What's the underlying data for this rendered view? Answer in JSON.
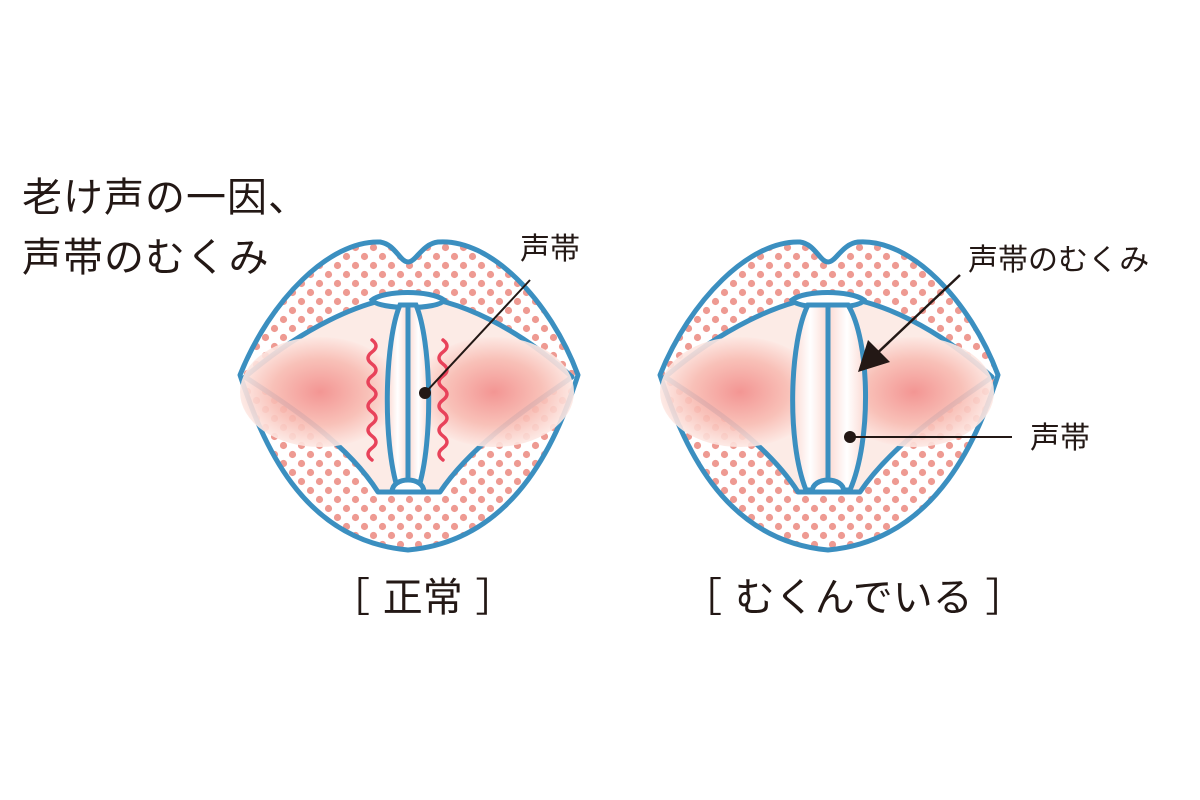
{
  "title": {
    "line1": "老け声の一因、",
    "line2": "声帯のむくみ"
  },
  "normal": {
    "caption": "［ 正常 ］",
    "label": "声帯"
  },
  "swollen": {
    "caption": "［ むくんでいる ］",
    "swelling_label": "声帯のむくみ",
    "label": "声帯"
  },
  "colors": {
    "outline": "#3b8fc0",
    "dots": "#ee9a92",
    "pink": "#f08a88",
    "red": "#e8425a",
    "ink": "#231815"
  }
}
